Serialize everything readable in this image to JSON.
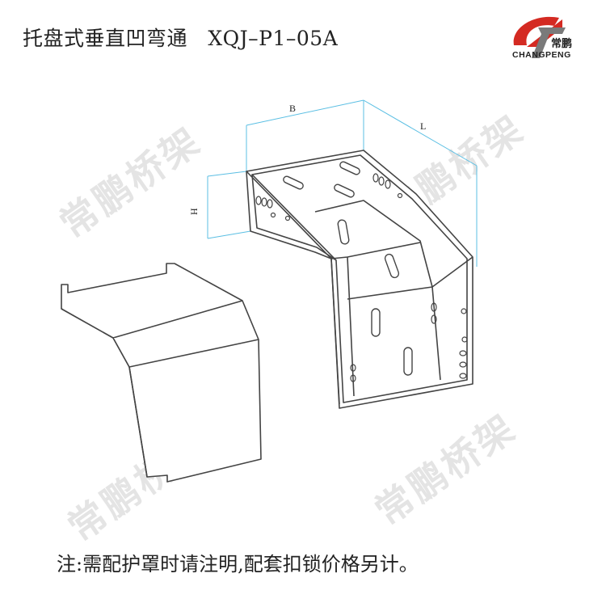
{
  "title": "托盘式垂直凹弯通   XQJ–P1–05A",
  "logo": {
    "brand_cn": "常鹏",
    "brand_en": "CHANGPENG",
    "colors": {
      "red": "#d42a22",
      "gray": "#7a7a7a"
    }
  },
  "dimensions": {
    "b": "B",
    "l": "L",
    "h": "H"
  },
  "watermark": "常鹏桥架",
  "note": "注:需配护罩时请注明,配套扣锁价格另计。",
  "colors": {
    "dimension_line": "#5bbfe3",
    "outline": "#444444"
  }
}
